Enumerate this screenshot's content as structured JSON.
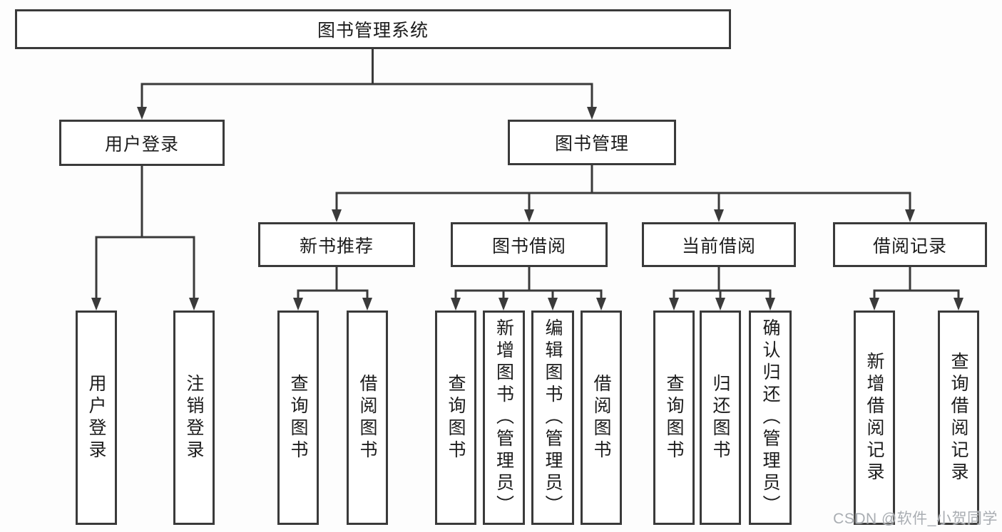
{
  "diagram": {
    "title_node": {
      "label": "图书管理系统"
    },
    "level2": [
      {
        "label": "用户登录"
      },
      {
        "label": "图书管理"
      }
    ],
    "level3": [
      {
        "label": "新书推荐"
      },
      {
        "label": "图书借阅"
      },
      {
        "label": "当前借阅"
      },
      {
        "label": "借阅记录"
      }
    ],
    "leaves": {
      "user_login": [
        {
          "label": "用户登录"
        },
        {
          "label": "注销登录"
        }
      ],
      "new_book": [
        {
          "label": "查询图书"
        },
        {
          "label": "借阅图书"
        }
      ],
      "book_borrow": [
        {
          "label": "查询图书"
        },
        {
          "label": "新增图书（管理员）"
        },
        {
          "label": "编辑图书（管理员）"
        },
        {
          "label": "借阅图书"
        }
      ],
      "current_borrow": [
        {
          "label": "查询图书"
        },
        {
          "label": "归还图书"
        },
        {
          "label": "确认归还（管理员）"
        }
      ],
      "borrow_record": [
        {
          "label": "新增借阅记录"
        },
        {
          "label": "查询借阅记录"
        }
      ]
    },
    "watermark": "CSDN @软件_小贺同学",
    "colors": {
      "line": "#3a3a3a",
      "text": "#1c1c1c",
      "box_background": "#ffffff",
      "page_background": "#fdfdfd",
      "watermark": "#a9adb2"
    }
  }
}
